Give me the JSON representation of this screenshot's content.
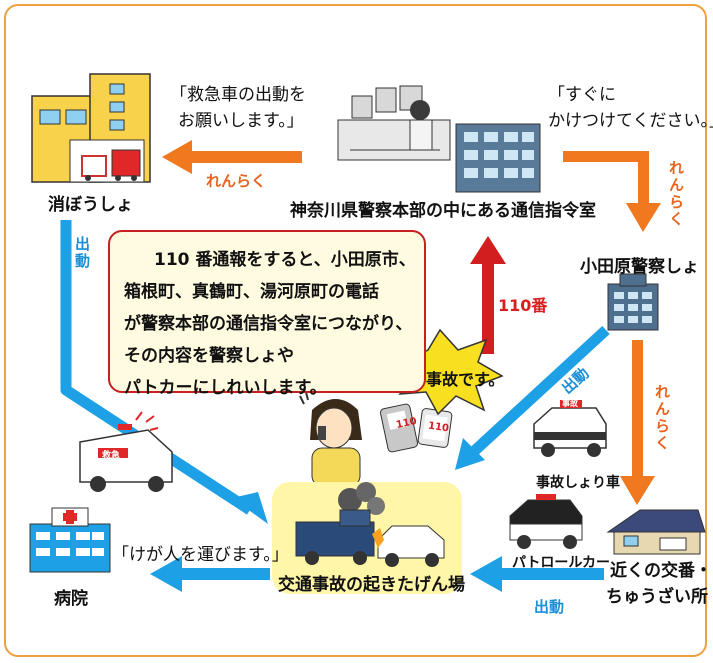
{
  "nodes": {
    "fire_station": "消ぼうしょ",
    "command_center": "神奈川県警察本部の中にある通信指令室",
    "odawara_police": "小田原警察しょ",
    "koban": "近くの交番・",
    "koban_line2": "ちゅうざい所",
    "accident_scene": "交通事故の起きたげん場",
    "hospital": "病院",
    "patrol_car": "パトロールカー",
    "accident_car": "事故しょり車"
  },
  "quotes": {
    "ambulance_request_line1": "「救急車の出動を",
    "ambulance_request_line2": "お願いします。」",
    "hurry_line1": "「すぐに",
    "hurry_line2": "かけつけてください。」",
    "carry_injured": "「けが人を運びます。」"
  },
  "arrows": {
    "contact_to_fire": "れんらく",
    "contact_to_police": "れんらく",
    "contact_to_koban": "れんらく",
    "fire_dispatch": "出動",
    "police_dispatch": "出動",
    "koban_dispatch": "出動",
    "call_110": "110番"
  },
  "callout": "事故です。",
  "info_box": [
    "110 番通報をすると、小田原市、",
    "箱根町、真鶴町、湯河原町の電話",
    "が警察本部の通信指令室につながり、",
    "その内容を警察しょや",
    "パトカーにしれいします。"
  ],
  "phone_labels": [
    "110",
    "110"
  ],
  "badges": {
    "ambulance_side": "救急",
    "accident_car_side": "事故"
  },
  "colors": {
    "orange_arrow": "#f0781e",
    "blue_arrow": "#1ea0e6",
    "red_arrow": "#d21e1e",
    "frame": "#f0a040",
    "scene_bg": "#fff6a8"
  }
}
